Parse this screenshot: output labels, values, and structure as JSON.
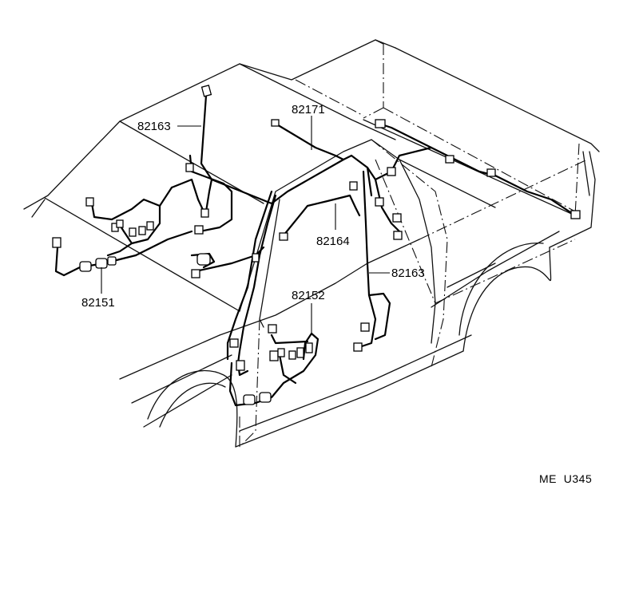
{
  "parts": [
    {
      "id": "82163",
      "label": "82163"
    },
    {
      "id": "82171",
      "label": "82171"
    },
    {
      "id": "82164",
      "label": "82164"
    },
    {
      "id": "82163b",
      "label": "82163"
    },
    {
      "id": "82152",
      "label": "82152"
    },
    {
      "id": "82151",
      "label": "82151"
    }
  ],
  "drawing_code": "ME  U345"
}
